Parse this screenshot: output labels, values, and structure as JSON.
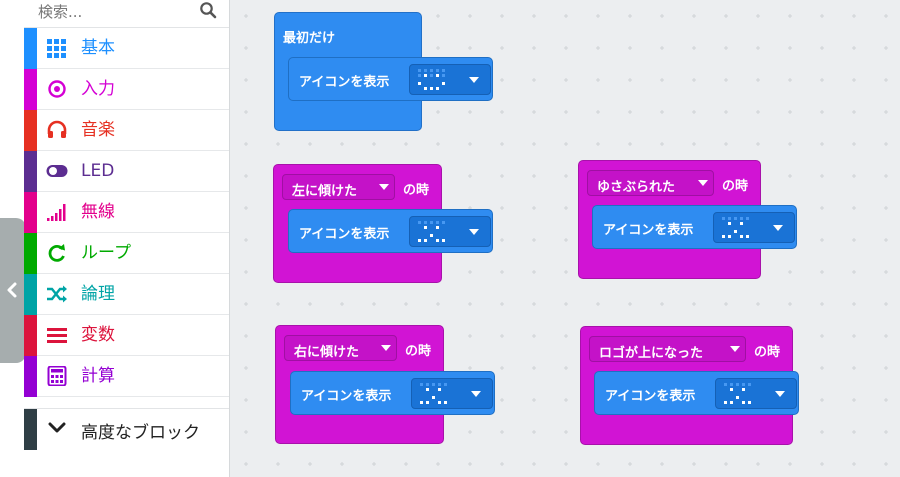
{
  "toolbox": {
    "search_placeholder": "検索...",
    "categories": [
      {
        "label": "基本",
        "color": "#1e90ff",
        "icon": "grid-icon"
      },
      {
        "label": "入力",
        "color": "#d400d4",
        "icon": "target-icon"
      },
      {
        "label": "音楽",
        "color": "#e63022",
        "icon": "headphones-icon"
      },
      {
        "label": "LED",
        "color": "#5c2d91",
        "icon": "toggle-icon"
      },
      {
        "label": "無線",
        "color": "#e3008c",
        "icon": "signal-bars-icon"
      },
      {
        "label": "ループ",
        "color": "#00aa00",
        "icon": "refresh-icon"
      },
      {
        "label": "論理",
        "color": "#00a4a6",
        "icon": "shuffle-icon"
      },
      {
        "label": "変数",
        "color": "#dc143c",
        "icon": "lines-icon"
      },
      {
        "label": "計算",
        "color": "#9400d3",
        "icon": "calculator-icon"
      }
    ],
    "advanced": {
      "label": "高度なブロック",
      "color": "#2f3e45",
      "icon": "chevron-down-icon"
    }
  },
  "workspace": {
    "blocks": [
      {
        "event": "最初だけ",
        "dropdown": "",
        "suffix": "",
        "statement": "アイコンを表示",
        "icon": "happy"
      },
      {
        "event": "",
        "dropdown": "左に傾けた",
        "suffix": "の時",
        "statement": "アイコンを表示",
        "icon": "sad"
      },
      {
        "event": "",
        "dropdown": "ゆさぶられた",
        "suffix": "の時",
        "statement": "アイコンを表示",
        "icon": "sad"
      },
      {
        "event": "",
        "dropdown": "右に傾けた",
        "suffix": "の時",
        "statement": "アイコンを表示",
        "icon": "sad"
      },
      {
        "event": "",
        "dropdown": "ロゴが上になった",
        "suffix": "の時",
        "statement": "アイコンを表示",
        "icon": "sad"
      }
    ]
  }
}
